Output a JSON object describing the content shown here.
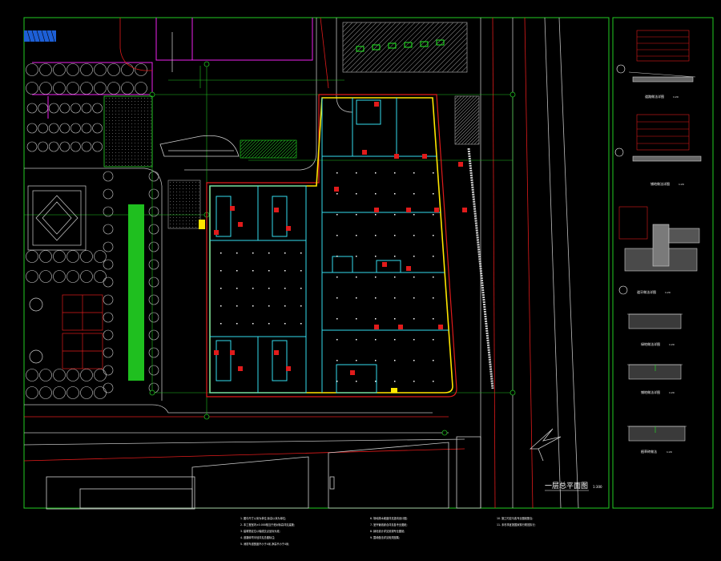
{
  "drawing": {
    "title": "一层总平面图",
    "scale": "1:300",
    "colors": {
      "background": "#000000",
      "frame": "#22cc22",
      "building_outline": "#ffee00",
      "wall": "#33ddee",
      "fire_line": "#ff2222",
      "road": "#cccccc",
      "landscape": "#22ee22",
      "boundary": "#ee22ee"
    }
  },
  "detail_titles": [
    {
      "text": "道路做法详图",
      "scale": "1:20"
    },
    {
      "text": "铺地做法详图",
      "scale": "1:20"
    },
    {
      "text": "道牙做法详图",
      "scale": "1:20"
    },
    {
      "text": "绿地做法详图",
      "scale": "1:20"
    },
    {
      "text": "铺地做法详图",
      "scale": "1:20"
    },
    {
      "text": "植草砖做法",
      "scale": "1:20"
    }
  ],
  "notes_col1": [
    "1. 图中尺寸以米为单位,标高以米为单位;",
    "2. 本工程室内±0.000相当于绝对标高详见建施;",
    "3. 建筑物定位以轴线交点坐标为准;",
    "4. 道路转弯半径详见总图标注;",
    "5. 消防车道宽度不小于4米,净高不小于4米;"
  ],
  "notes_col2": [
    "6. 场地排水坡度详见竖向设计图;",
    "7. 室外管线综合详见各专业图纸;",
    "8. 绿化设计详见景观专业图纸;",
    "9. 围墙做法详见相关图集;"
  ],
  "notes_col3": [
    "10. 施工时应与各专业图纸配合;",
    "11. 未尽事宜按国家现行规范执行;"
  ]
}
